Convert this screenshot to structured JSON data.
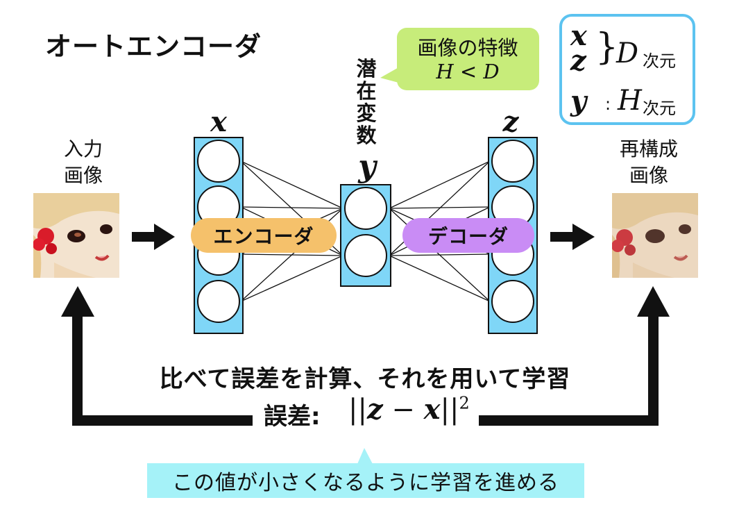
{
  "title": "オートエンコーダ",
  "input_label": [
    "入力",
    "画像"
  ],
  "recon_label": [
    "再構成",
    "画像"
  ],
  "latent_label": [
    "潜",
    "在",
    "変",
    "数"
  ],
  "vars": {
    "x": "x",
    "y": "y",
    "z": "z"
  },
  "encoder_label": "エンコーダ",
  "decoder_label": "デコーダ",
  "feature_bubble": {
    "line1": "画像の特徴",
    "H": "H",
    "lt": " < ",
    "D": "D"
  },
  "legend": {
    "x": "x",
    "z": "z",
    "brace": "}",
    "D": "D",
    "D_unit": "次元",
    "y": "y",
    "colon": ":",
    "H": "H",
    "H_unit": "次元"
  },
  "bottom_text": "比べて誤差を計算、それを用いて学習",
  "error_label": "誤差:",
  "error_formula": {
    "bars_open": "||",
    "z": "z",
    "minus": " − ",
    "x": "x",
    "bars_close": "||",
    "exp": "2"
  },
  "note": "この値が小さくなるように学習を進める",
  "colors": {
    "neuron_column": "#7fd6f7",
    "encoder": "#f5c16b",
    "decoder": "#c98cf5",
    "bubble": "#c7ec7a",
    "legend_border": "#5cc3f0",
    "note": "#a5f2f8"
  }
}
